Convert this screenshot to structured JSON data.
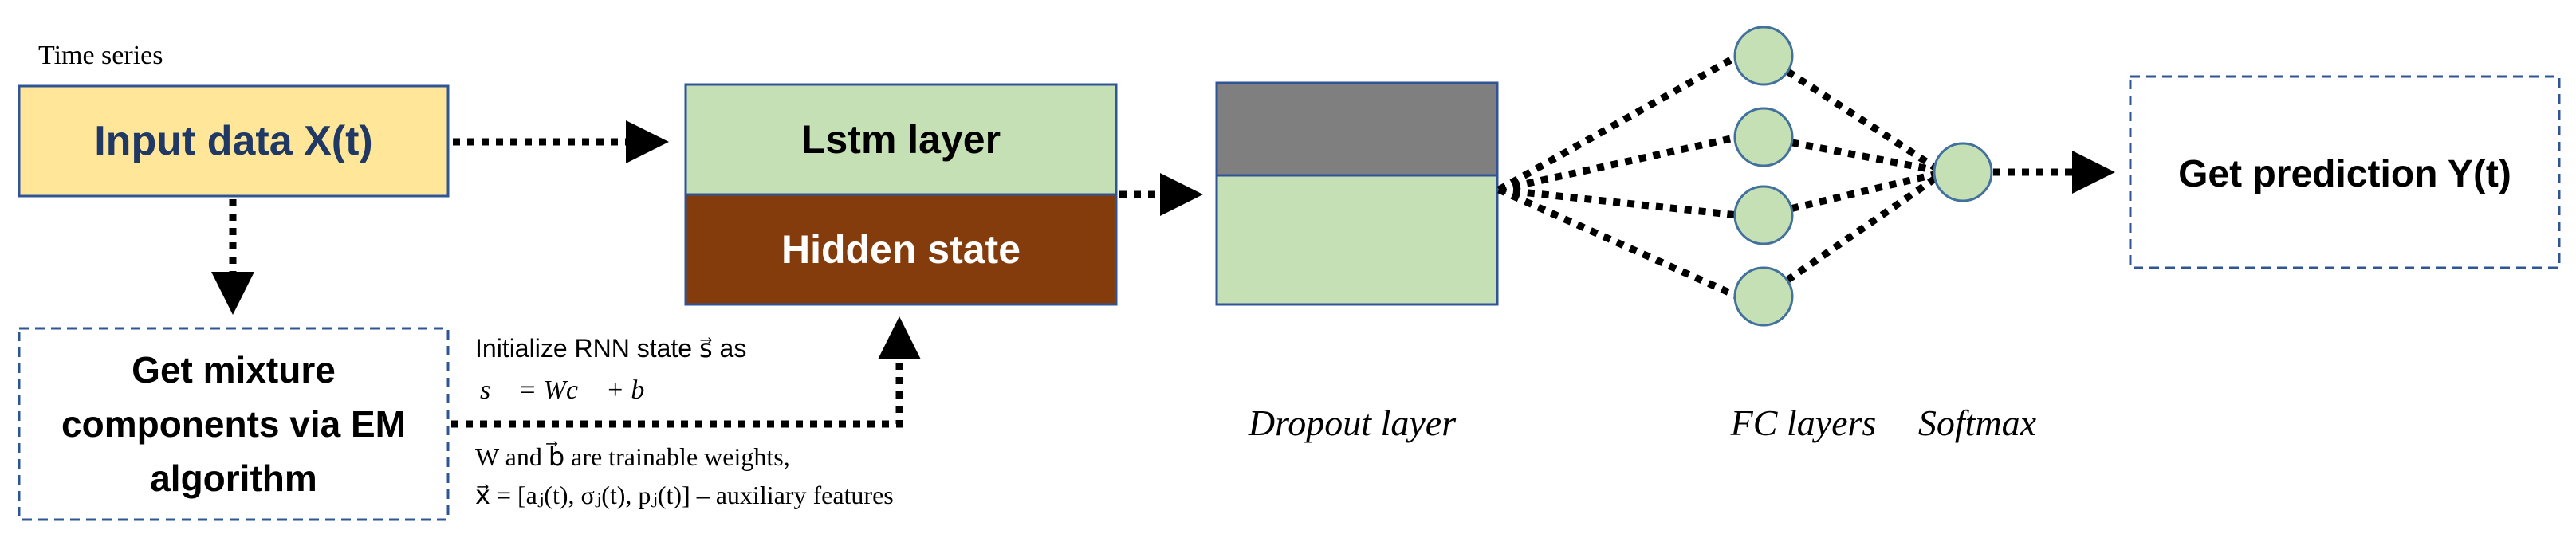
{
  "labels": {
    "time_series": "Time series",
    "input_data": "Input data X(t)",
    "lstm_layer": "Lstm layer",
    "hidden_state": "Hidden state",
    "mixture_line1": "Get mixture",
    "mixture_line2": "components via EM",
    "mixture_line3": "algorithm",
    "prediction": "Get prediction Y(t)",
    "dropout_layer": "Dropout layer",
    "fc_layers": "FC layers",
    "softmax": "Softmax"
  },
  "annotation": {
    "init_text": "Initialize RNN state s⃗ as",
    "equation": "s⃗ = Wc⃗ + b⃗",
    "weights_text": "W and b⃗ are trainable weights,",
    "features_text": "x⃗ = [aⱼ(t), σⱼ(t), pⱼ(t)] – auxiliary features"
  },
  "colors": {
    "input_fill": "#FFE699",
    "input_text": "#1F3864",
    "lstm_fill": "#C5E0B4",
    "hidden_fill": "#843C0C",
    "dropout_top": "#7F7F7F",
    "dropout_bottom": "#C5E0B4",
    "node_fill": "#C5E0B4",
    "node_stroke": "#41719C",
    "box_stroke": "#2F5597"
  }
}
